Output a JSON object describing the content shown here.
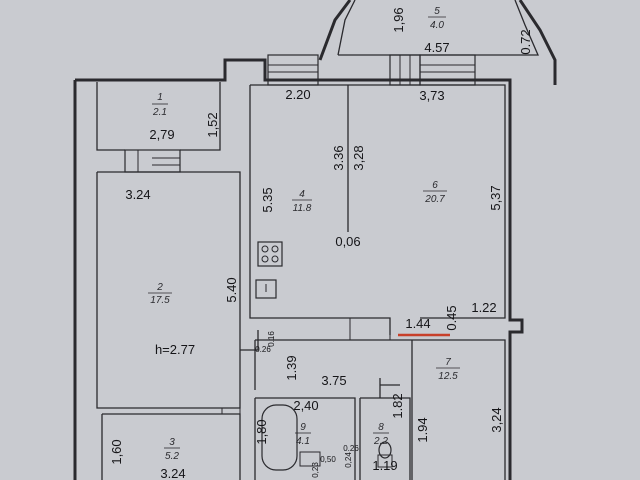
{
  "colors": {
    "paper": "#c9cbd0",
    "ink": "#2a2a2e",
    "accent_red": "#c8402a"
  },
  "rooms": [
    {
      "num": "1",
      "area": "2.1"
    },
    {
      "num": "2",
      "area": "17.5"
    },
    {
      "num": "3",
      "area": "5.2"
    },
    {
      "num": "4",
      "area": "11.8"
    },
    {
      "num": "5",
      "area": "4.0"
    },
    {
      "num": "6",
      "area": "20.7"
    },
    {
      "num": "7",
      "area": "12.5"
    },
    {
      "num": "8",
      "area": "2.2"
    },
    {
      "num": "9",
      "area": "4.1"
    }
  ],
  "dimensions": {
    "d_1_96": "1,96",
    "d_4_57": "4.57",
    "d_0_72": "0.72",
    "d_2_20": "2.20",
    "d_3_73": "3,73",
    "d_1_52": "1,52",
    "d_2_79": "2,79",
    "d_3_36": "3.36",
    "d_3_28": "3,28",
    "d_3_24_top": "3.24",
    "d_5_35": "5.35",
    "d_5_37": "5,37",
    "d_0_06": "0,06",
    "d_5_40": "5.40",
    "d_0_16": "0.16",
    "d_1_44": "1.44",
    "d_0_45": "0.45",
    "d_1_22": "1.22",
    "d_0_26": "0.26",
    "d_1_39": "1.39",
    "d_3_75": "3.75",
    "d_2_40": "2,40",
    "d_1_80": "1,80",
    "d_1_82": "1.82",
    "d_1_94": "1.94",
    "d_3_24_right": "3,24",
    "d_1_60": "1,60",
    "d_3_24_bottom": "3.24",
    "d_0_50": "0,50",
    "d_0_23": "0,23",
    "d_0_26b": "0.26",
    "d_0_24": "0,24",
    "d_1_19": "1.19"
  },
  "ceiling_height": "h=2.77"
}
